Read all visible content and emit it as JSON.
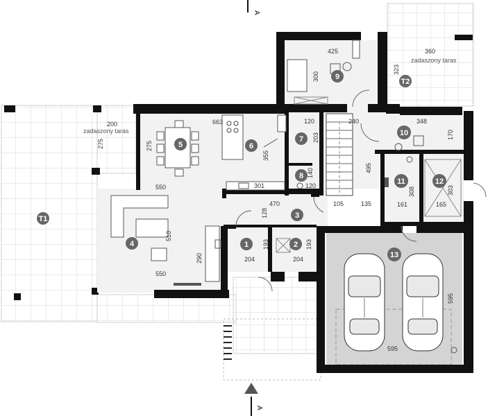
{
  "section": {
    "top": "A",
    "bottom": "A"
  },
  "terraces": {
    "t1": {
      "badge": "T1",
      "label": "zadaszony taras",
      "dim_w": "200",
      "dim_h": "275"
    },
    "t2": {
      "badge": "T2",
      "label": "zadaszony taras",
      "dim_w": "360",
      "dim_h": "323"
    }
  },
  "rooms": [
    {
      "badge": "1",
      "dims": [
        "204",
        "193"
      ]
    },
    {
      "badge": "2",
      "dims": [
        "204",
        "193"
      ]
    },
    {
      "badge": "3",
      "dims": [
        "470",
        "128"
      ]
    },
    {
      "badge": "4",
      "dims": [
        "550",
        "510",
        "290",
        "550"
      ]
    },
    {
      "badge": "5",
      "dims": [
        "275"
      ]
    },
    {
      "badge": "6",
      "dims": [
        "663",
        "355"
      ]
    },
    {
      "badge": "7",
      "dims": [
        "120",
        "203"
      ]
    },
    {
      "badge": "8",
      "dims": [
        "140",
        "120"
      ]
    },
    {
      "badge": "9",
      "dims": [
        "425",
        "300"
      ]
    },
    {
      "badge": "10",
      "dims": [
        "348",
        "170"
      ]
    },
    {
      "badge": "11",
      "dims": [
        "161",
        "308"
      ]
    },
    {
      "badge": "12",
      "dims": [
        "165",
        "303"
      ]
    },
    {
      "badge": "13",
      "dims": [
        "595",
        "595"
      ]
    }
  ],
  "other_dims": {
    "d301": "301",
    "d105": "105",
    "d135": "135",
    "d495": "495",
    "d240": "240"
  },
  "colors": {
    "wall": "#111111",
    "badge": "#666666",
    "garage": "#d2d2d2",
    "floor": "#f1f1f1",
    "grid": "#dddddd"
  }
}
